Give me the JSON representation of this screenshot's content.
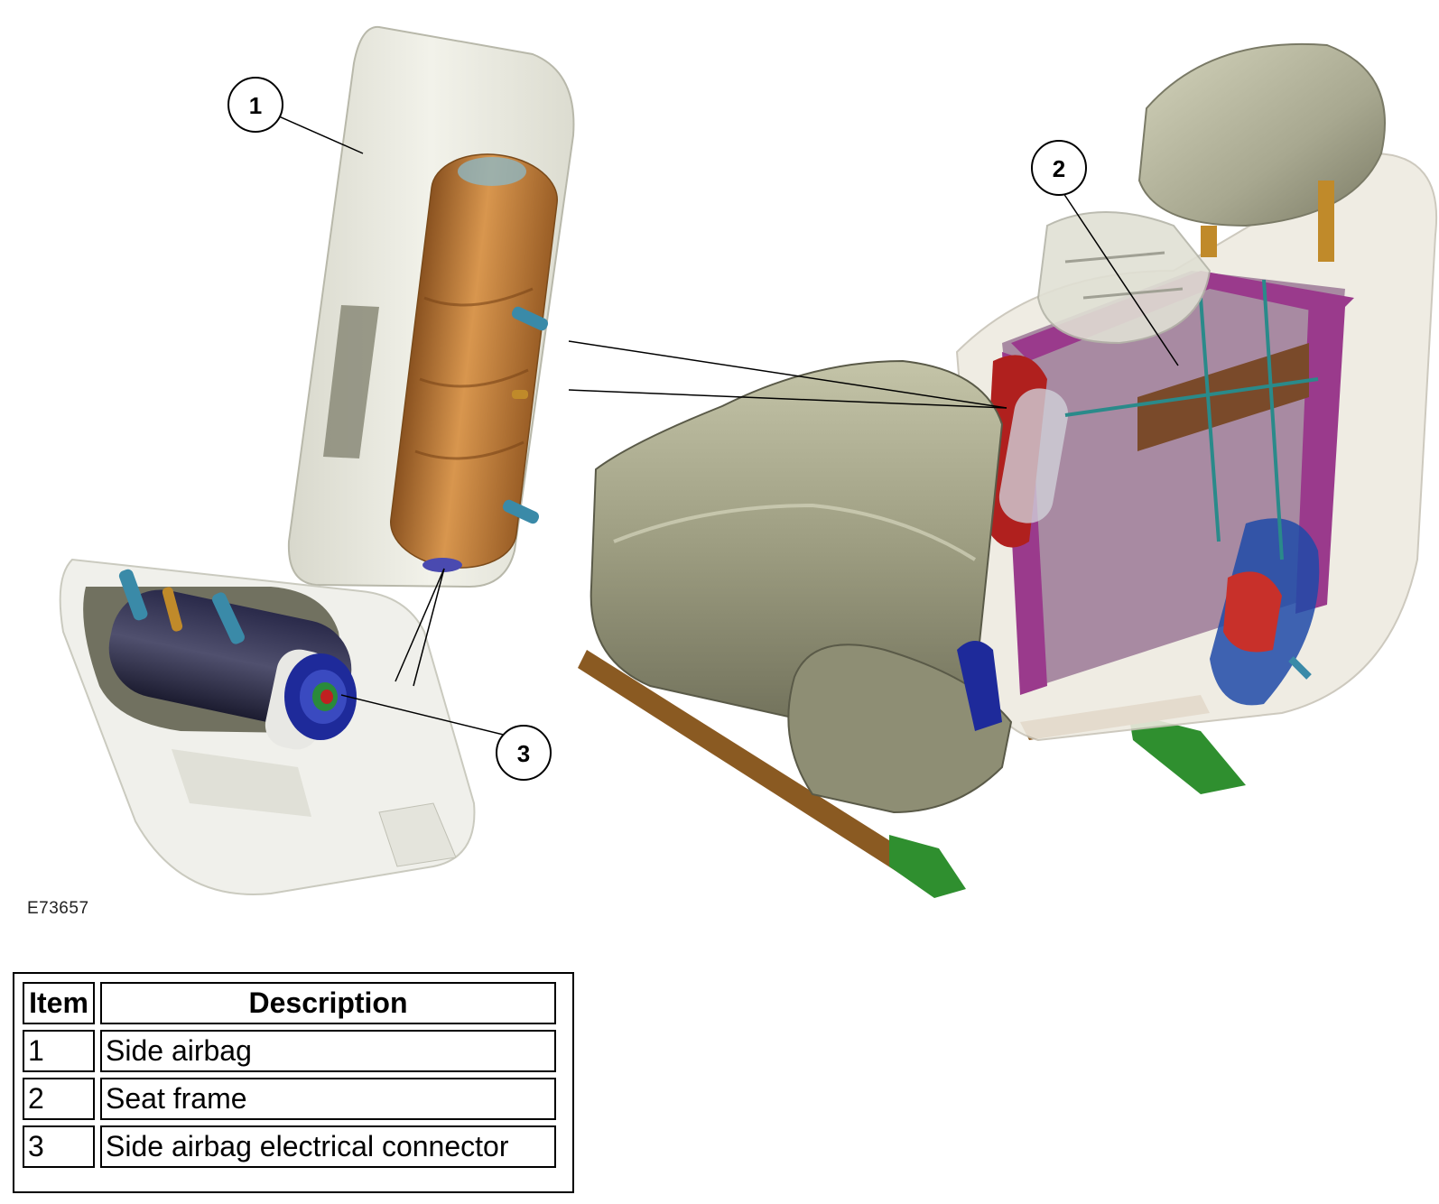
{
  "figure_id": "E73657",
  "callouts": [
    {
      "number": "1",
      "target": "side-airbag"
    },
    {
      "number": "2",
      "target": "seat-frame"
    },
    {
      "number": "3",
      "target": "side-airbag-electrical-connector"
    }
  ],
  "legend": {
    "headers": {
      "item": "Item",
      "description": "Description"
    },
    "rows": [
      {
        "item": "1",
        "description": "Side airbag"
      },
      {
        "item": "2",
        "description": "Seat frame"
      },
      {
        "item": "3",
        "description": "Side airbag electrical connector"
      }
    ]
  },
  "colors": {
    "airbag_housing": "#e6e6dc",
    "airbag_canister": "#b8742f",
    "seat_cushion": "#9f9f82",
    "frame_magenta": "#9a3a8c",
    "frame_red": "#b0201e",
    "rail_brown": "#8a5a22",
    "bracket_green": "#2f8f2f",
    "connector_teal": "#3a8aa8",
    "connector_blue": "#1e2a9a"
  }
}
